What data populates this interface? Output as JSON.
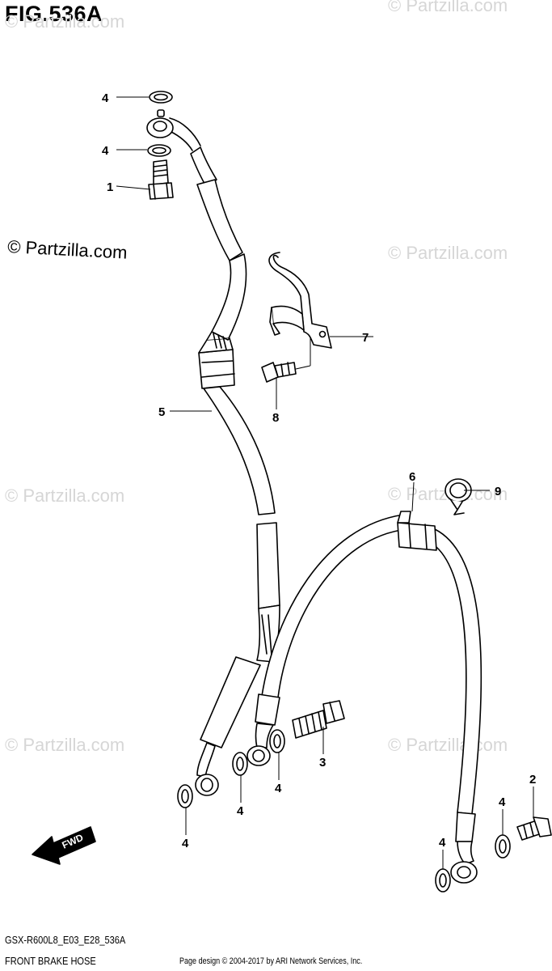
{
  "figure": {
    "title": "FIG.536A",
    "model_code": "GSX-R600L8_E03_E28_536A",
    "name": "FRONT BRAKE HOSE",
    "credit": "Page design © 2004-2017 by ARI Network Services, Inc."
  },
  "watermark": {
    "main": "© Partzilla.com",
    "faded": "© Partzilla.com"
  },
  "fwd_label": "FWD",
  "callouts": {
    "c1": "1",
    "c2": "2",
    "c3": "3",
    "c4a": "4",
    "c4b": "4",
    "c4c": "4",
    "c4d": "4",
    "c4e": "4",
    "c4f": "4",
    "c4g": "4",
    "c5": "5",
    "c6": "6",
    "c7": "7",
    "c8": "8",
    "c9": "9"
  }
}
